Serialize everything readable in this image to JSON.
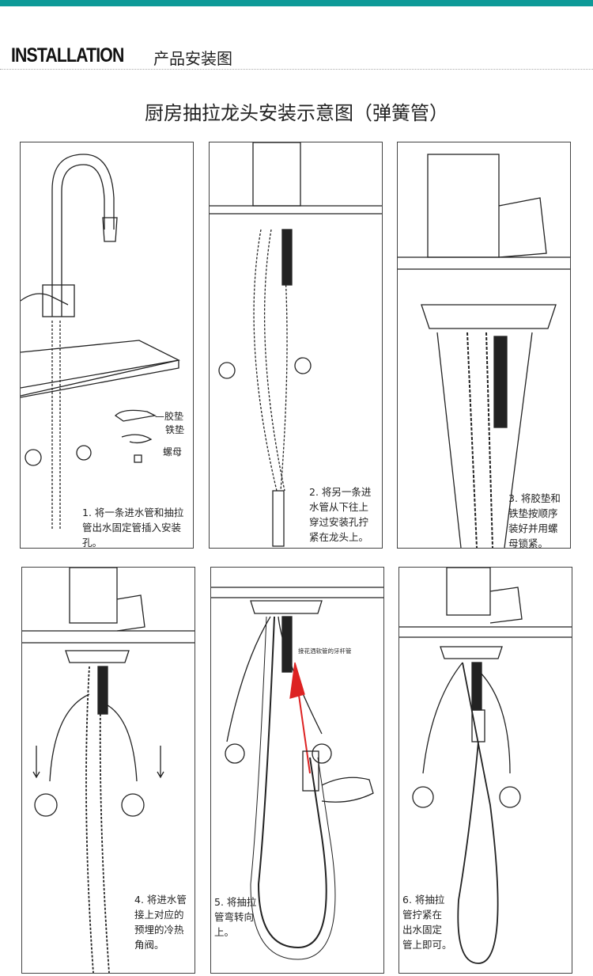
{
  "header": {
    "title_en": "INSTALLATION",
    "title_cn": "产品安装图",
    "accent_color": "#0e9a98"
  },
  "main_title": "厨房抽拉龙头安装示意图（弹簧管）",
  "parts": {
    "rubber_gasket": "—胶垫",
    "iron_washer": "铁垫",
    "nut": "螺母"
  },
  "annotation": "接花洒软管的牙杆管",
  "steps": [
    {
      "lines": [
        "1. 将一条进水管和抽拉",
        "管出水固定管插入安装",
        "孔。"
      ]
    },
    {
      "lines": [
        "2. 将另一条进",
        "水管从下往上",
        "穿过安装孔拧",
        "紧在龙头上。"
      ]
    },
    {
      "lines": [
        "3. 将胶垫和",
        "铁垫按顺序",
        "装好并用螺",
        "母锁紧。"
      ]
    },
    {
      "lines": [
        "4. 将进水管",
        "接上对应的",
        "预埋的冷热",
        "角阀。"
      ]
    },
    {
      "lines": [
        "5. 将抽拉",
        "管弯转向",
        "上。"
      ]
    },
    {
      "lines": [
        "6. 将抽拉",
        "管拧紧在",
        "出水固定",
        "管上即可。"
      ]
    }
  ]
}
